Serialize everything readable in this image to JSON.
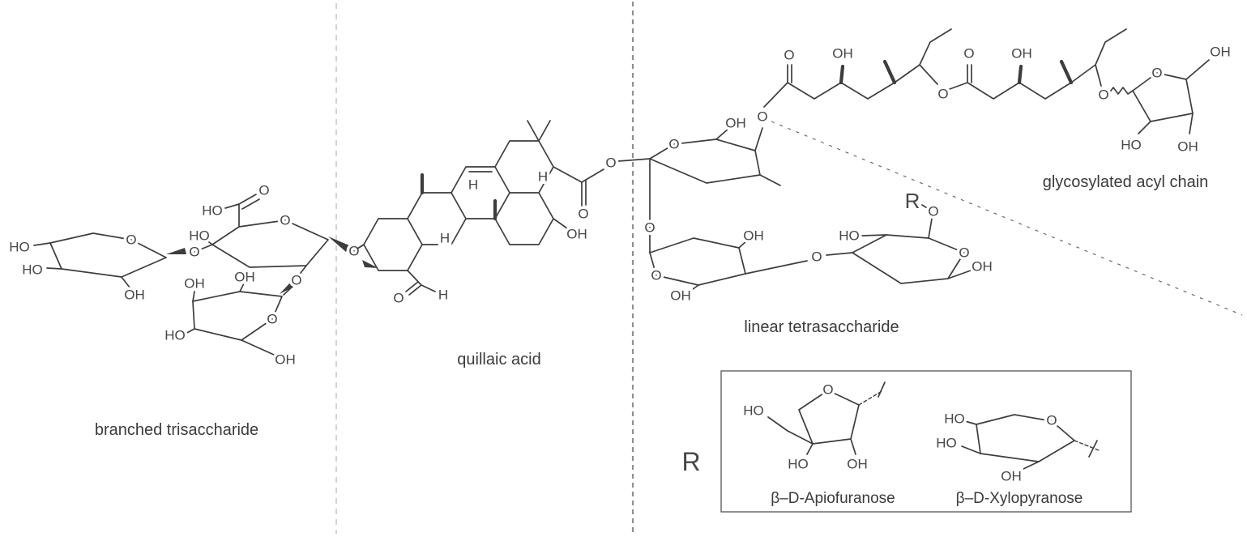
{
  "figure": {
    "regions": {
      "branched_trisaccharide": "branched trisaccharide",
      "quillaic_acid": "quillaic acid",
      "linear_tetrasaccharide": "linear tetrasaccharide",
      "glycosylated_acyl_chain": "glycosylated acyl chain"
    },
    "r_group": {
      "symbol": "R",
      "options": [
        {
          "name": "β–D-Apiofuranose"
        },
        {
          "name": "β–D-Xylopyranose"
        }
      ]
    }
  },
  "atoms": {
    "branched": [
      "HO",
      "HO",
      "O",
      "OH",
      "O",
      "HO",
      "O",
      "HO",
      "O",
      "O",
      "O",
      "OH",
      "OH",
      "O",
      "HO",
      "OH"
    ],
    "aglycone": [
      "H",
      "H",
      "H",
      "OH",
      "O",
      "O",
      "O",
      "H"
    ],
    "tetrasaccharide": [
      "O",
      "OH",
      "O",
      "O",
      "O",
      "OH",
      "OH",
      "O",
      "HO",
      "O",
      "O",
      "OH"
    ],
    "acyl_chain": [
      "O",
      "OH",
      "O",
      "O",
      "OH",
      "O",
      "O",
      "OH",
      "HO",
      "OH"
    ],
    "r_box": [
      "O",
      "HO",
      "HO",
      "OH",
      "HO",
      "HO",
      "O",
      "OH"
    ]
  }
}
